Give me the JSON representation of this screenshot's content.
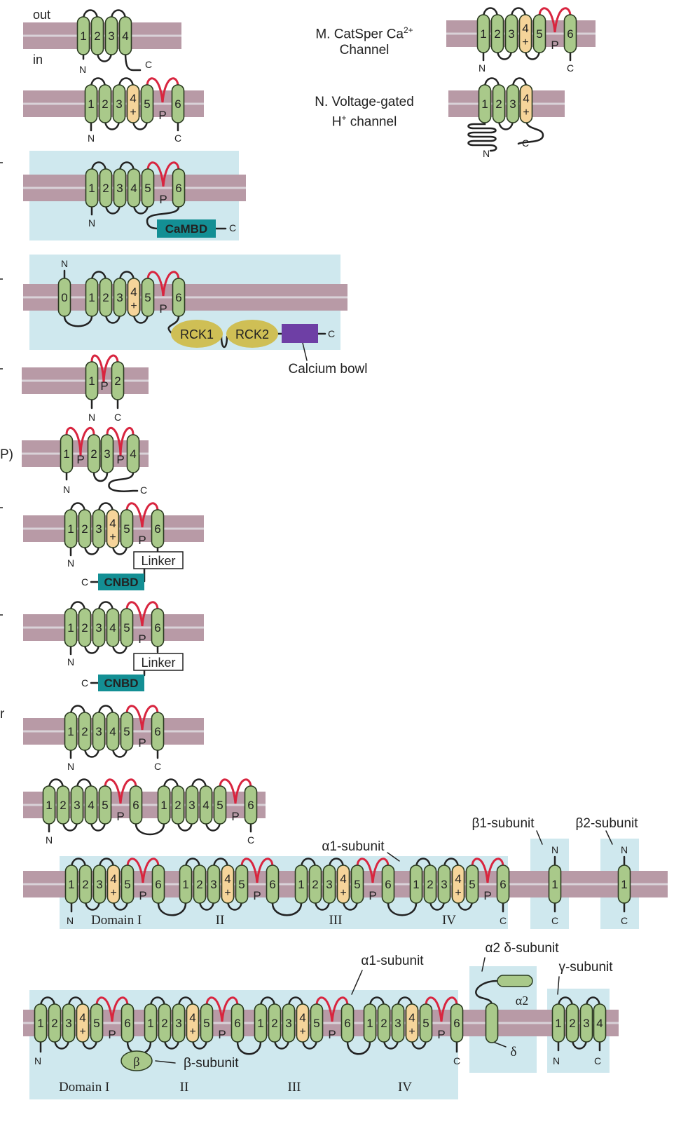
{
  "colors": {
    "membrane": "#b89aa6",
    "membrane_line": "#d9d2d8",
    "helix_green": "#a9c98a",
    "helix_green_dark": "#5d7d45",
    "voltage_sensor": "#f5d49a",
    "pore_loop": "#d8253f",
    "box_blue": "#cfe8ee",
    "teal_domain": "#138f94",
    "rck": "#cfbf55",
    "calcium_bowl": "#6e3fa5",
    "beta_oval": "#a9c98a"
  },
  "labels": {
    "out": "out",
    "in": "in",
    "cut_p": "P)",
    "cut_r": "r",
    "catsper_line1": "M. CatSper Ca",
    "catsper_sup": "2+",
    "catsper_line2": "Channel",
    "hv_line1": "N. Voltage-gated",
    "hv_line2a": "H",
    "hv_sup": "+",
    "hv_line2b": " channel",
    "calcium_bowl": "Calcium bowl",
    "cambd": "CaMBD",
    "rck1": "RCK1",
    "rck2": "RCK2",
    "linker": "Linker",
    "cnbd": "CNBD",
    "beta1": "β1-subunit",
    "beta2": "β2-subunit",
    "alpha1": "α1-subunit",
    "alpha2delta": "α2 δ-subunit",
    "gamma": "γ-subunit",
    "alpha2": "α2",
    "delta": "δ",
    "beta": "β",
    "beta_subunit": "β-subunit",
    "domain_i": "Domain I",
    "domain_ii": "II",
    "domain_iii": "III",
    "domain_iv": "IV",
    "n": "N",
    "c": "C",
    "p": "P",
    "plus": "+",
    "s0": "0",
    "s1": "1",
    "s2": "2",
    "s3": "3",
    "s4": "4",
    "s5": "5",
    "s6": "6"
  }
}
